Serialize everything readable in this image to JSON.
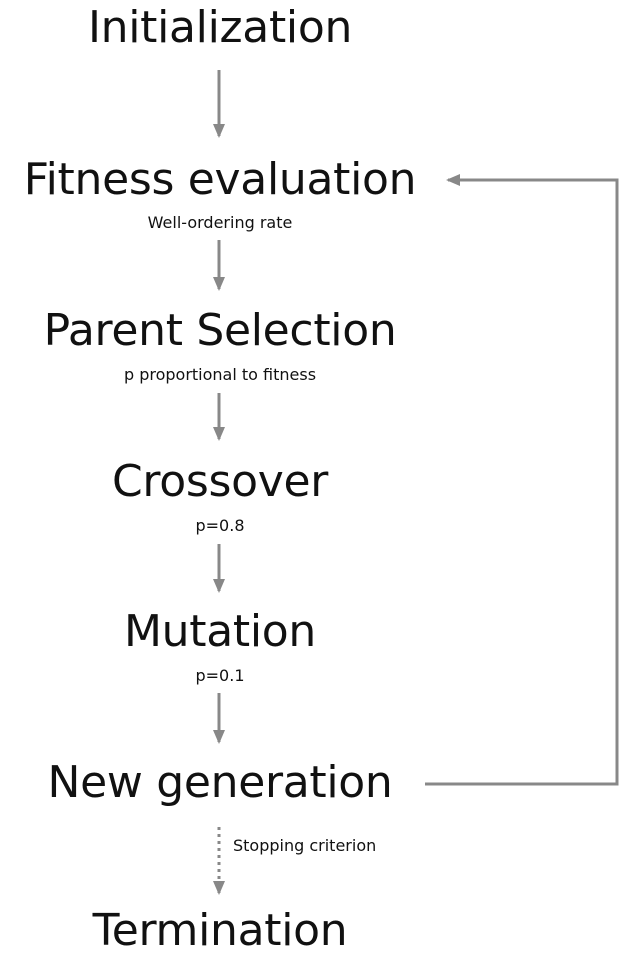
{
  "steps": [
    {
      "id": "initialization",
      "label": "Initialization",
      "note": ""
    },
    {
      "id": "fitness-evaluation",
      "label": "Fitness evaluation",
      "note": "Well-ordering rate"
    },
    {
      "id": "parent-selection",
      "label": "Parent Selection",
      "note": "p proportional to fitness"
    },
    {
      "id": "crossover",
      "label": "Crossover",
      "note": "p=0.8"
    },
    {
      "id": "mutation",
      "label": "Mutation",
      "note": "p=0.1"
    },
    {
      "id": "new-generation",
      "label": "New generation",
      "note": ""
    },
    {
      "id": "termination",
      "label": "Termination",
      "note": ""
    }
  ],
  "stopping_label": "Stopping criterion",
  "colors": {
    "arrow": "#888888",
    "text": "#111111"
  }
}
